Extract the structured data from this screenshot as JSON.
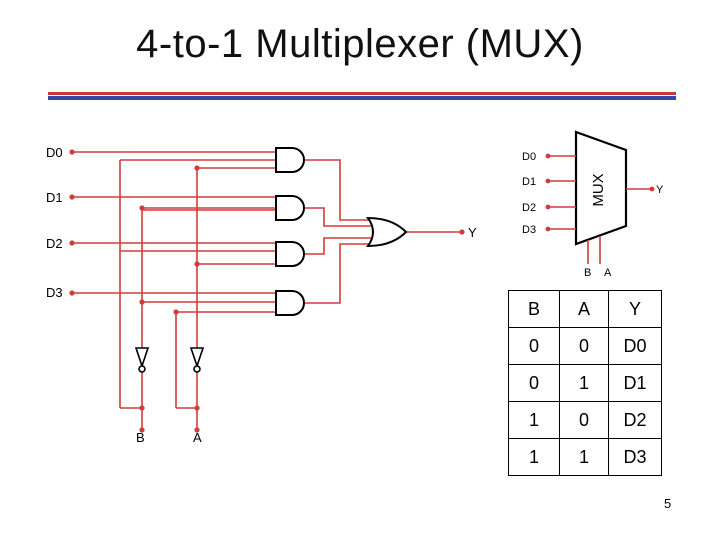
{
  "slide": {
    "title": "4-to-1 Multiplexer (MUX)",
    "page_number": "5"
  },
  "circuit": {
    "inputs": [
      "D0",
      "D1",
      "D2",
      "D3"
    ],
    "selects": [
      "B",
      "A"
    ],
    "output": "Y"
  },
  "mux_symbol": {
    "label": "MUX",
    "inputs": [
      "D0",
      "D1",
      "D2",
      "D3"
    ],
    "output": "Y",
    "selects": [
      "B",
      "A"
    ]
  },
  "truth_table": {
    "headers": [
      "B",
      "A",
      "Y"
    ],
    "rows": [
      [
        "0",
        "0",
        "D0"
      ],
      [
        "0",
        "1",
        "D1"
      ],
      [
        "1",
        "0",
        "D2"
      ],
      [
        "1",
        "1",
        "D3"
      ]
    ]
  },
  "colors": {
    "wire": "#d33c3c",
    "gate": "#000000",
    "rule_red": "#c23b3b",
    "rule_blue": "#3646a8"
  }
}
